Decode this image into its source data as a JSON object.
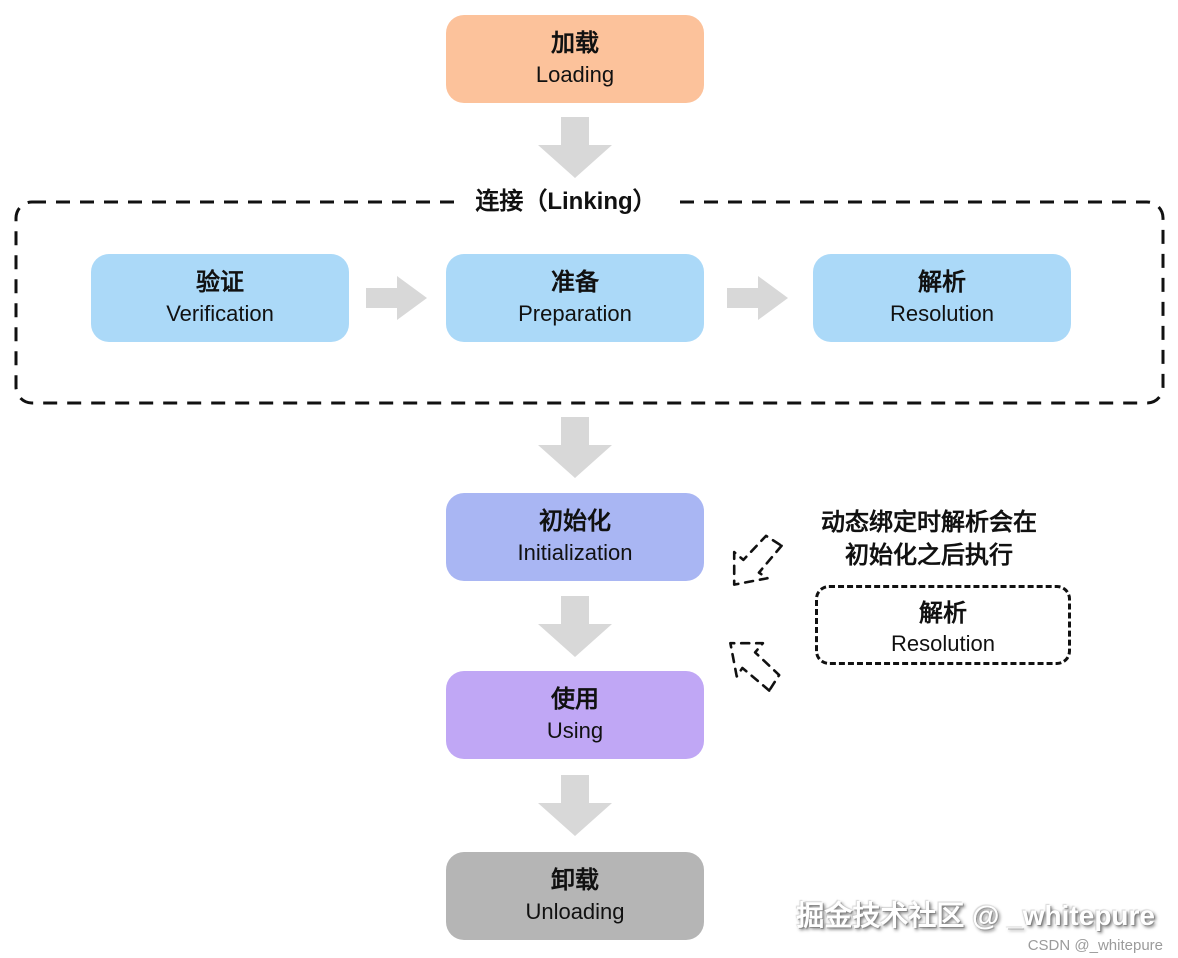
{
  "diagram": {
    "nodes": {
      "loading": {
        "zh": "加载",
        "en": "Loading"
      },
      "verification": {
        "zh": "验证",
        "en": "Verification"
      },
      "preparation": {
        "zh": "准备",
        "en": "Preparation"
      },
      "resolution": {
        "zh": "解析",
        "en": "Resolution"
      },
      "initialization": {
        "zh": "初始化",
        "en": "Initialization"
      },
      "using": {
        "zh": "使用",
        "en": "Using"
      },
      "unloading": {
        "zh": "卸载",
        "en": "Unloading"
      }
    },
    "linking_group_label": "连接（Linking）",
    "annotation": {
      "line1": "动态绑定时解析会在",
      "line2": "初始化之后执行",
      "dashed_node": {
        "zh": "解析",
        "en": "Resolution"
      }
    }
  },
  "watermark": {
    "juejin": "掘金技术社区 @ _whitepure",
    "csdn": "CSDN @_whitepure"
  },
  "colors": {
    "loading_fill": "#FCC29B",
    "linking_step_fill": "#ABD9F8",
    "initialization_fill": "#A9B6F3",
    "using_fill": "#C0A7F5",
    "unloading_fill": "#B5B5B5",
    "arrow_fill": "#D8D8D8",
    "dashed_stroke": "#111111"
  }
}
